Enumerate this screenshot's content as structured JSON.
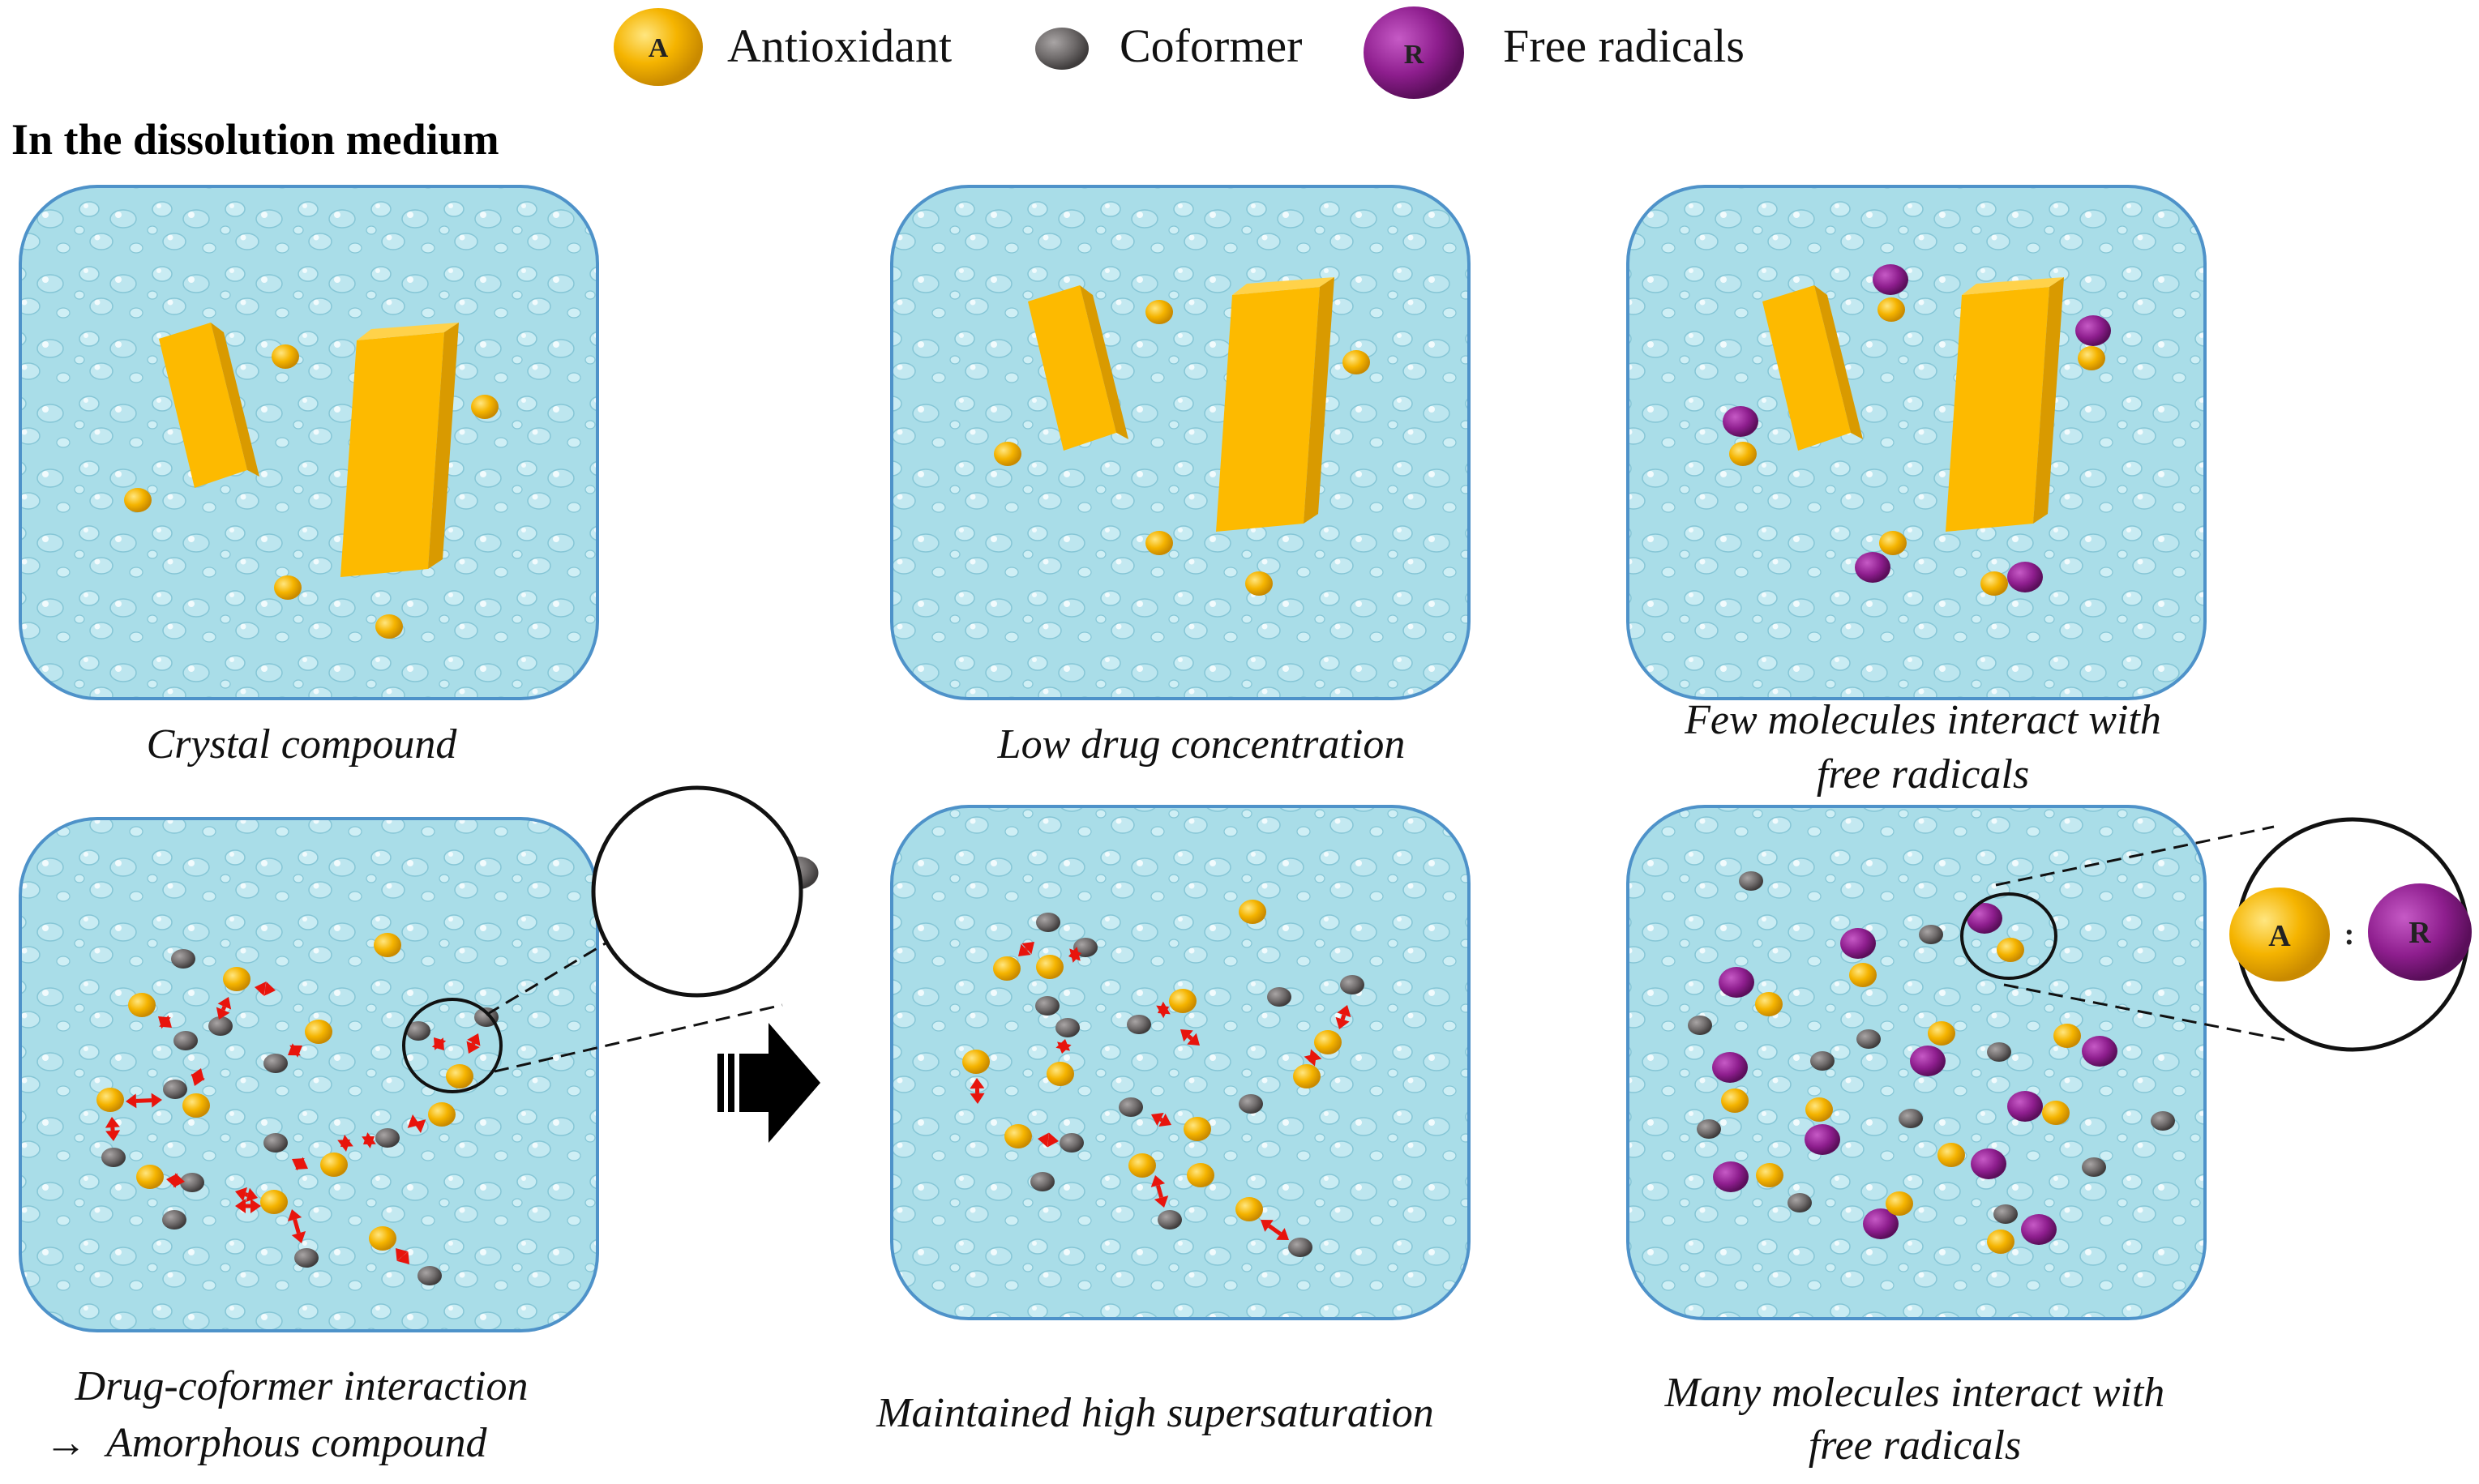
{
  "legend": {
    "antioxidant": {
      "symbol": "A",
      "label": "Antioxidant",
      "color": "#F5B400"
    },
    "coformer": {
      "label": "Coformer",
      "color": "#6E6A6A"
    },
    "radical": {
      "symbol": "R",
      "label": "Free radicals",
      "color": "#8E1E8E"
    }
  },
  "section_title": "In the dissolution medium",
  "panels": {
    "crystal": {
      "caption": "Crystal compound"
    },
    "low_conc": {
      "caption": "Low drug concentration"
    },
    "few": {
      "caption_line1": "Few molecules interact with",
      "caption_line2": "free radicals"
    },
    "drug_coformer": {
      "caption_line1": "Drug-coformer interaction",
      "caption_line2": "Amorphous compound",
      "caption_prefix": "→"
    },
    "supersat": {
      "caption": "Maintained  high supersaturation"
    },
    "many": {
      "caption_line1": "Many molecules interact with",
      "caption_line2": "free radicals"
    }
  },
  "zoom_complex": {
    "left": "A",
    "separator": ":",
    "right": "R"
  },
  "colors": {
    "water": "#A9DDE8",
    "water_border": "#4E92C9",
    "crystal": "#FDBA00",
    "arrow": "#E8140C"
  }
}
